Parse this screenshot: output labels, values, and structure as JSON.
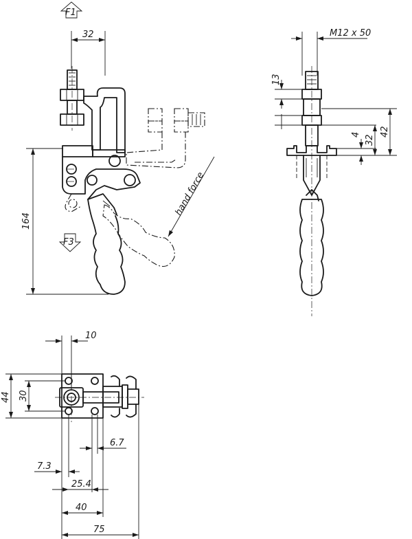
{
  "front_view": {
    "force_f1": "F1",
    "force_f3": "F3",
    "dim_top_width": "32",
    "dim_height": "164",
    "note_hand_force": "hand force"
  },
  "side_view": {
    "spindle": "M12 x 50",
    "dim_13": "13",
    "dim_4": "4",
    "dim_32": "32",
    "dim_42": "42"
  },
  "plan_view": {
    "dim_10": "10",
    "dim_44": "44",
    "dim_30": "30",
    "dim_6_7": "6.7",
    "dim_7_3": "7.3",
    "dim_25_4": "25.4",
    "dim_40": "40",
    "dim_75": "75"
  }
}
